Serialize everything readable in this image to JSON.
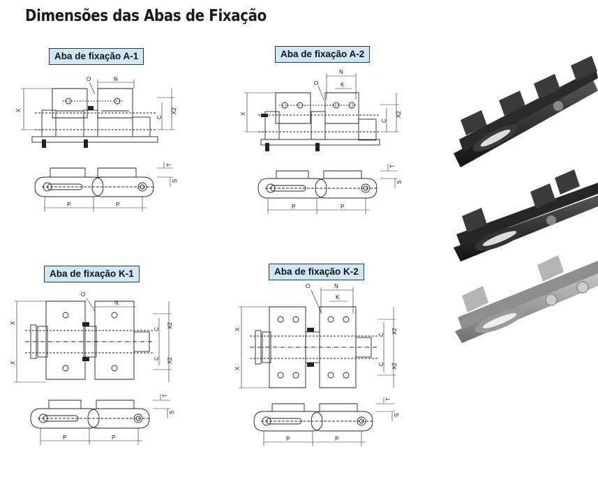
{
  "title": "Dimensões das Abas de Fixação",
  "sections": [
    {
      "label": "Aba de fixação A-1"
    },
    {
      "label": "Aba de fixação A-2"
    },
    {
      "label": "Aba de fixação K-1"
    },
    {
      "label": "Aba de fixação K-2"
    }
  ],
  "dims": {
    "O": "O",
    "N": "N",
    "K": "K",
    "X": "X",
    "X2": "X2",
    "C": "C",
    "T": "T",
    "S": "S",
    "P": "P"
  },
  "colors": {
    "label_bg": "#cfe8f6",
    "steel_dark": "#2b2b2b",
    "steel_light": "#9a9a9a"
  }
}
